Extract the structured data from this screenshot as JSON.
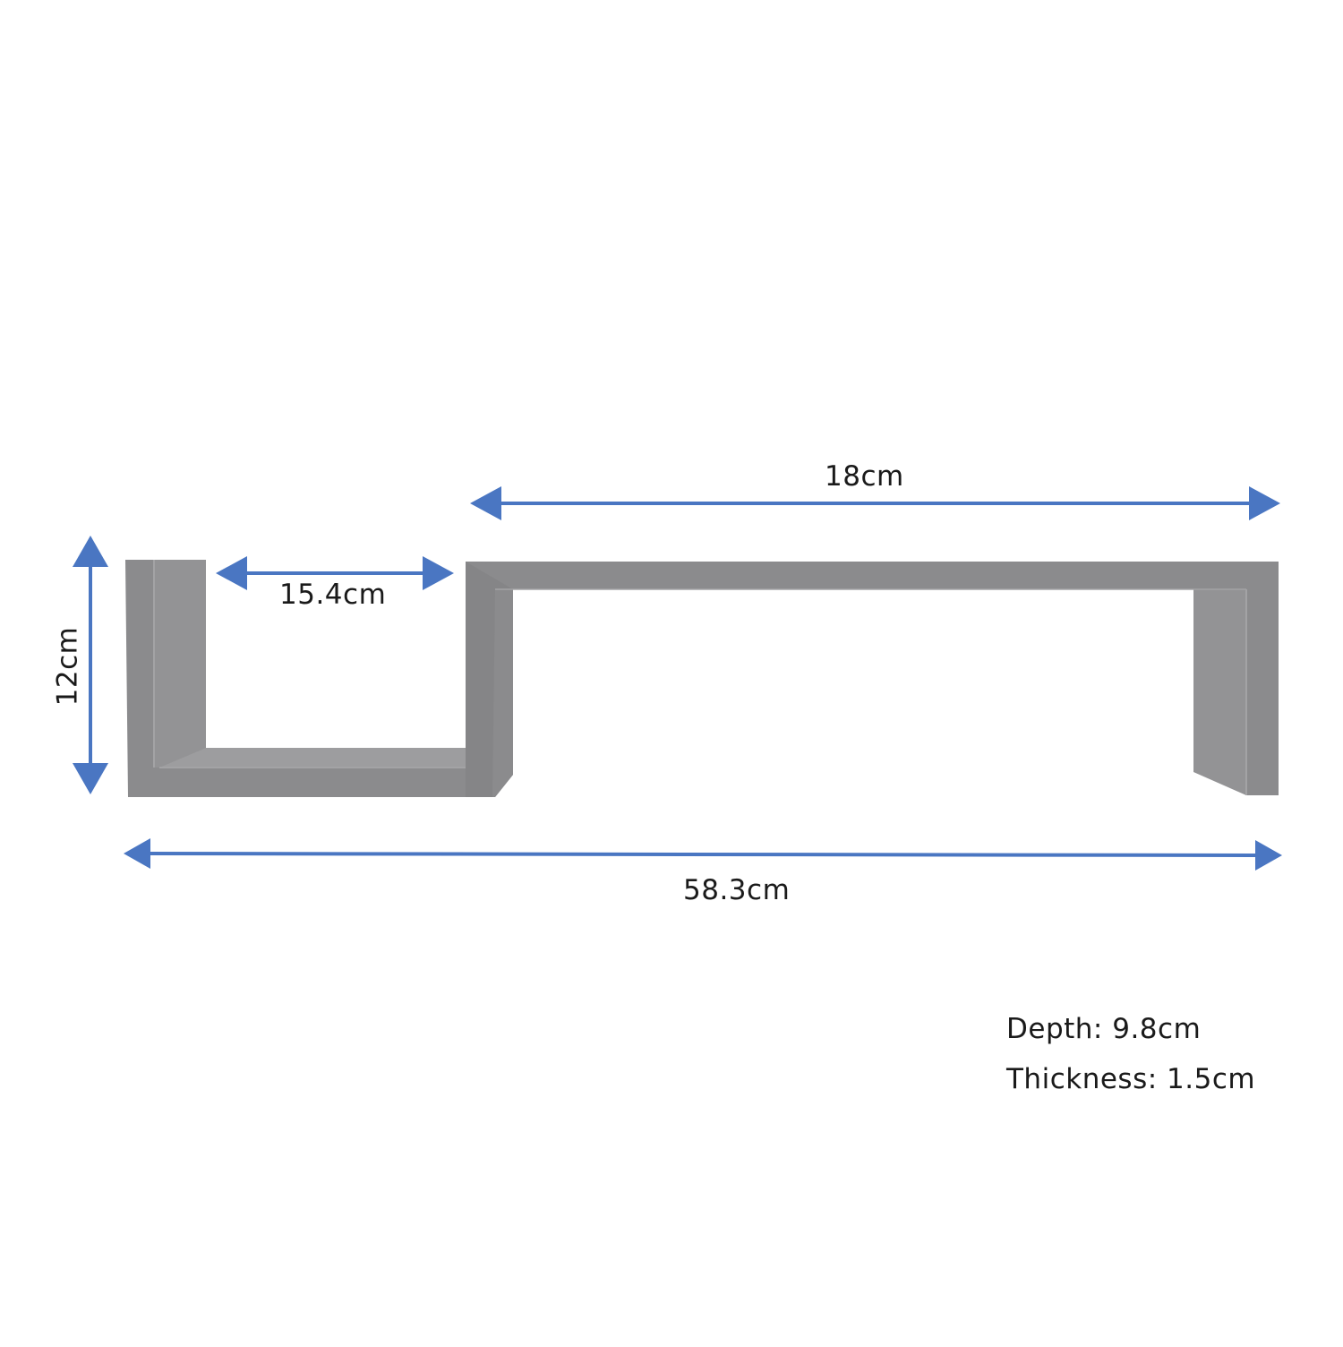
{
  "colors": {
    "background": "#ffffff",
    "arrow": "#4a76c2",
    "shelf_front": "#8b8b8d",
    "shelf_shade": "#9b9b9d",
    "shelf_dark": "#7c7c7e",
    "shelf_edge": "#a8a8aa",
    "text": "#1a1a1a"
  },
  "dimensions": {
    "top_width": "18cm",
    "inner_width": "15.4cm",
    "total_width": "58.3cm",
    "height": "12cm"
  },
  "specs": {
    "depth": "Depth: 9.8cm",
    "thickness": "Thickness: 1.5cm"
  }
}
